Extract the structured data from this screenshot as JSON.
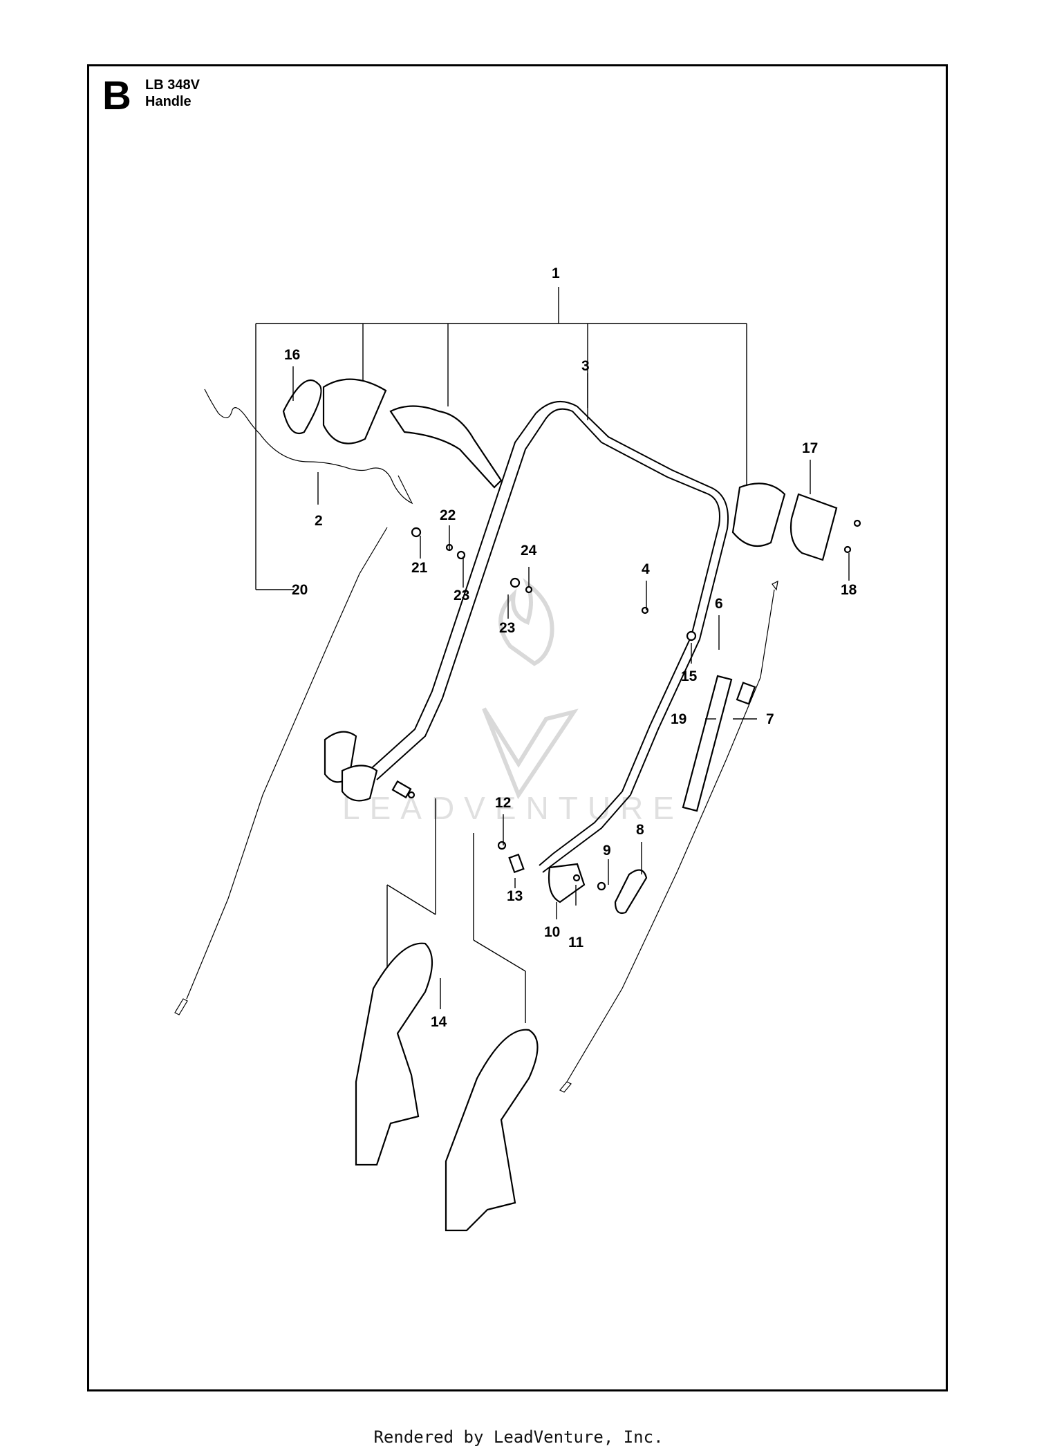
{
  "header": {
    "section_letter": "B",
    "model": "LB 348V",
    "title": "Handle"
  },
  "callouts": [
    {
      "id": "c1",
      "label": "1"
    },
    {
      "id": "c2",
      "label": "2"
    },
    {
      "id": "c3",
      "label": "3"
    },
    {
      "id": "c4",
      "label": "4"
    },
    {
      "id": "c6",
      "label": "6"
    },
    {
      "id": "c7",
      "label": "7"
    },
    {
      "id": "c8",
      "label": "8"
    },
    {
      "id": "c9",
      "label": "9"
    },
    {
      "id": "c10",
      "label": "10"
    },
    {
      "id": "c11",
      "label": "11"
    },
    {
      "id": "c12",
      "label": "12"
    },
    {
      "id": "c13",
      "label": "13"
    },
    {
      "id": "c14",
      "label": "14"
    },
    {
      "id": "c15",
      "label": "15"
    },
    {
      "id": "c16",
      "label": "16"
    },
    {
      "id": "c17",
      "label": "17"
    },
    {
      "id": "c18",
      "label": "18"
    },
    {
      "id": "c19",
      "label": "19"
    },
    {
      "id": "c20",
      "label": "20"
    },
    {
      "id": "c21",
      "label": "21"
    },
    {
      "id": "c22",
      "label": "22"
    },
    {
      "id": "c23a",
      "label": "23"
    },
    {
      "id": "c23b",
      "label": "23"
    },
    {
      "id": "c24",
      "label": "24"
    }
  ],
  "watermark": {
    "text": "LEADVENTURE"
  },
  "footer": {
    "text": "Rendered by LeadVenture, Inc."
  }
}
